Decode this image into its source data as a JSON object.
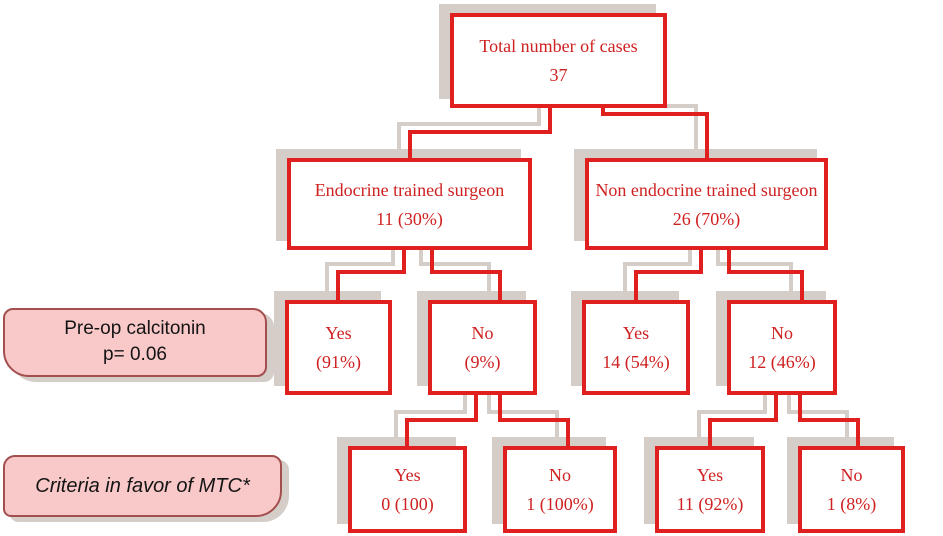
{
  "tree": {
    "root": {
      "line1": "Total number of cases",
      "line2": "37"
    },
    "endocrine": {
      "line1": "Endocrine trained surgeon",
      "line2": "11 (30%)"
    },
    "non_endocrine": {
      "line1": "Non endocrine trained surgeon",
      "line2": "26 (70%)"
    },
    "endo_yes": {
      "line1": "Yes",
      "line2": "(91%)"
    },
    "endo_no": {
      "line1": "No",
      "line2": "(9%)"
    },
    "nonendo_yes": {
      "line1": "Yes",
      "line2": "14 (54%)"
    },
    "nonendo_no": {
      "line1": "No",
      "line2": "12 (46%)"
    },
    "criteria_endo_yes": {
      "line1": "Yes",
      "line2": "0 (100)"
    },
    "criteria_endo_no": {
      "line1": "No",
      "line2": "1 (100%)"
    },
    "criteria_nonendo_yes": {
      "line1": "Yes",
      "line2": "11 (92%)"
    },
    "criteria_nonendo_no": {
      "line1": "No",
      "line2": "1 (8%)"
    }
  },
  "side_labels": {
    "preop": {
      "line1": "Pre-op calcitonin",
      "line2": "p= 0.06"
    },
    "criteria": {
      "line1": "Criteria in favor of MTC*"
    }
  },
  "colors": {
    "box_border": "#e01f1f",
    "box_text": "#cf2121",
    "shadow": "#d5cdc8",
    "label_fill": "#f9c8c8",
    "label_border": "#a34f4f",
    "label_text": "#141414"
  }
}
